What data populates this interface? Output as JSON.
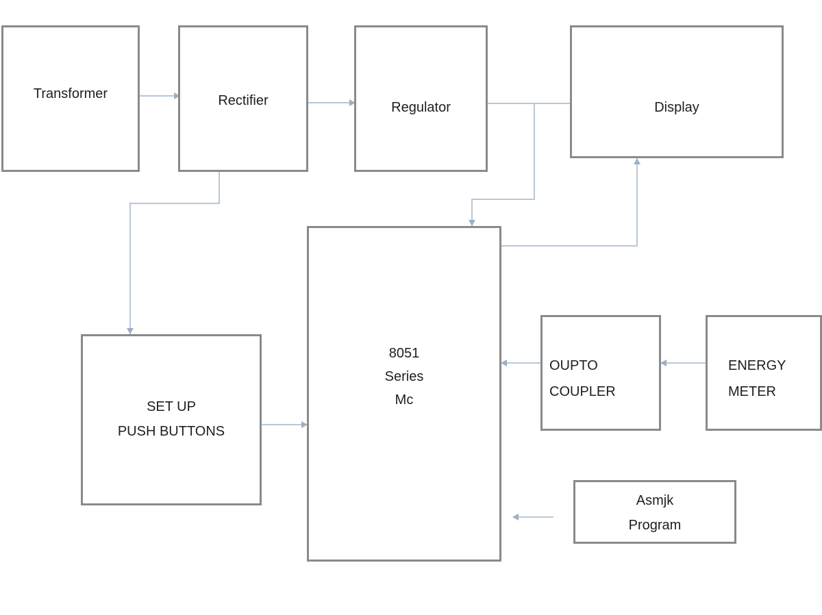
{
  "diagram": {
    "blocks": {
      "transformer": "Transformer",
      "rectifier": "Rectifier",
      "regulator": "Regulator",
      "display": "Display",
      "mcu": [
        "8051",
        "Series",
        "Mc"
      ],
      "pushbuttons": [
        "SET UP",
        "PUSH BUTTONS"
      ],
      "optocoupler": [
        "OUPTO",
        "COUPLER"
      ],
      "energy_meter": [
        "ENERGY",
        "METER"
      ],
      "program": [
        "Asmjk",
        "Program"
      ]
    },
    "colors": {
      "box_border": "#8a8a8a",
      "connector": "#b8c8d8",
      "text": "#1e1e1e"
    }
  }
}
